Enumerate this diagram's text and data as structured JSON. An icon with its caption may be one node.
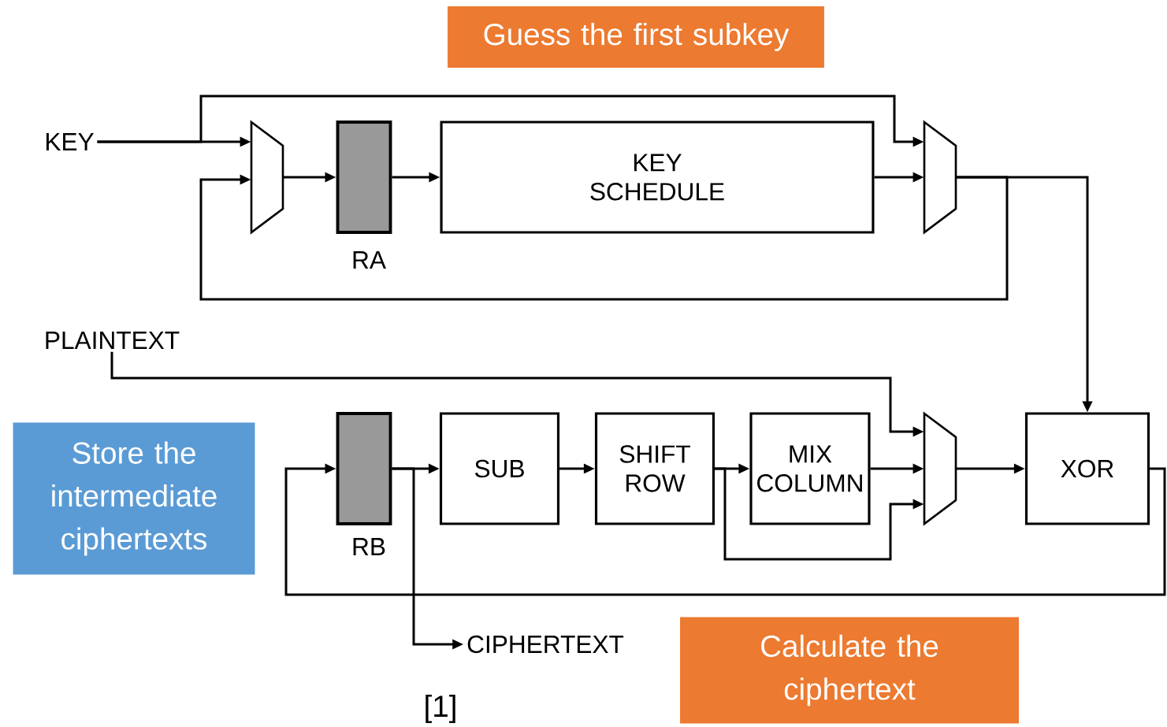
{
  "diagram": {
    "nodes": [
      {
        "text": [
          "KEY"
        ]
      },
      {
        "text": [],
        "shape": "trapezoid"
      },
      {
        "text": [],
        "shape": "bar",
        "beside": [
          "RA"
        ]
      },
      {
        "text": [
          "KEY SCHEDULE"
        ]
      },
      {
        "text": [],
        "shape": "trapezoid"
      },
      {
        "text": [
          "PLAINTEXT"
        ]
      },
      {
        "text": [],
        "shape": "bar",
        "beside": [
          "RB"
        ]
      },
      {
        "text": [
          "SUB"
        ]
      },
      {
        "text": [
          "SHIFT ROW"
        ]
      },
      {
        "text": [
          "MIX COLUMN"
        ]
      },
      {
        "text": [],
        "shape": "trapezoid"
      },
      {
        "text": [
          "XOR"
        ]
      },
      {
        "text": [
          "CIPHERTEXT"
        ]
      },
      {
        "text": [
          "Guess the first subkey"
        ]
      },
      {
        "text": [
          "Store the intermediate ciphertexts"
        ]
      },
      {
        "text": [
          "Calculate the ciphertext"
        ]
      }
    ],
    "edges": [
      {
        "from": 0,
        "to": 1,
        "arrow": "to"
      },
      {
        "from": 0,
        "to": 4,
        "arrow": "to"
      },
      {
        "from": 1,
        "to": 2,
        "arrow": "to"
      },
      {
        "from": 2,
        "to": 3,
        "arrow": "to"
      },
      {
        "from": 3,
        "to": 4,
        "arrow": "to"
      },
      {
        "from": 4,
        "to": 1,
        "arrow": "to"
      },
      {
        "from": 4,
        "to": 11,
        "arrow": "to"
      },
      {
        "from": 5,
        "to": 10,
        "arrow": "to"
      },
      {
        "from": 6,
        "to": 7,
        "arrow": "to"
      },
      {
        "from": 7,
        "to": 8,
        "arrow": "to"
      },
      {
        "from": 8,
        "to": 9,
        "arrow": "to"
      },
      {
        "from": 9,
        "to": 10,
        "arrow": "to"
      },
      {
        "from": 8,
        "to": 10,
        "arrow": "to"
      },
      {
        "from": 10,
        "to": 11,
        "arrow": "to"
      },
      {
        "from": 11,
        "to": 6,
        "arrow": "to"
      },
      {
        "from": 6,
        "to": 12,
        "arrow": "to"
      }
    ],
    "labels": [
      "[1]"
    ]
  }
}
